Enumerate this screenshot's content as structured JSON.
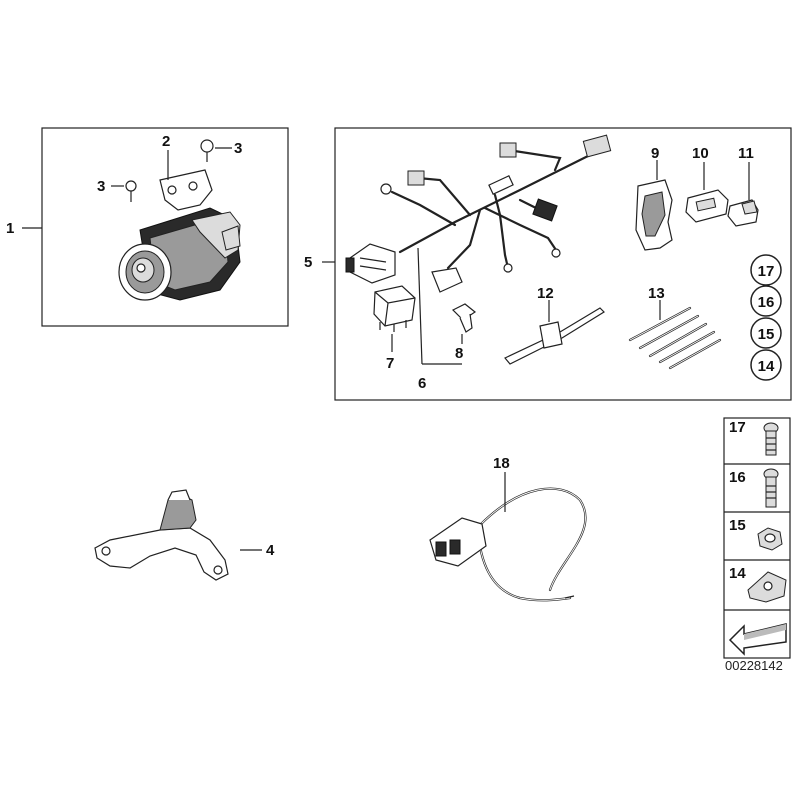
{
  "diagram": {
    "reference_number": "00228142",
    "callouts": {
      "c1": "1",
      "c2": "2",
      "c3a": "3",
      "c3b": "3",
      "c4": "4",
      "c5": "5",
      "c6": "6",
      "c7": "7",
      "c8": "8",
      "c9": "9",
      "c10": "10",
      "c11": "11",
      "c12": "12",
      "c13": "13",
      "c18": "18"
    },
    "circled_callouts": [
      "17",
      "16",
      "15",
      "14"
    ],
    "side_table": [
      "17",
      "16",
      "15",
      "14"
    ]
  }
}
